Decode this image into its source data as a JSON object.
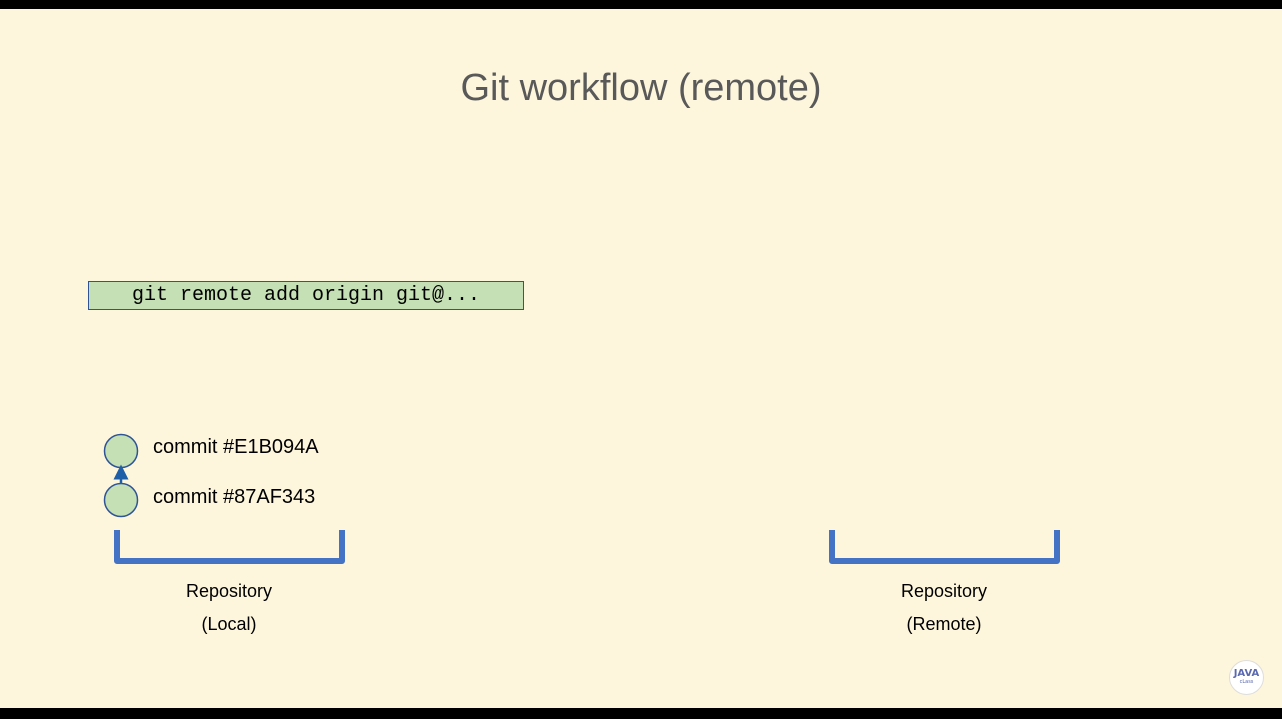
{
  "slide": {
    "title": "Git workflow (remote)",
    "command": "git remote add origin git@...",
    "commits": [
      {
        "label": "commit #E1B094A"
      },
      {
        "label": "commit #87AF343"
      }
    ],
    "local_repo": {
      "line1": "Repository",
      "line2": "(Local)"
    },
    "remote_repo": {
      "line1": "Repository",
      "line2": "(Remote)"
    },
    "logo": {
      "line1": "JAVA",
      "line2": "cLass"
    }
  },
  "colors": {
    "background": "#fdf6dc",
    "command_fill": "#c5e0b4",
    "command_border": "#2f5496",
    "commit_fill": "#c5e0b4",
    "commit_border": "#2f5496",
    "bracket": "#4472c4",
    "arrow": "#1f5fa8"
  }
}
